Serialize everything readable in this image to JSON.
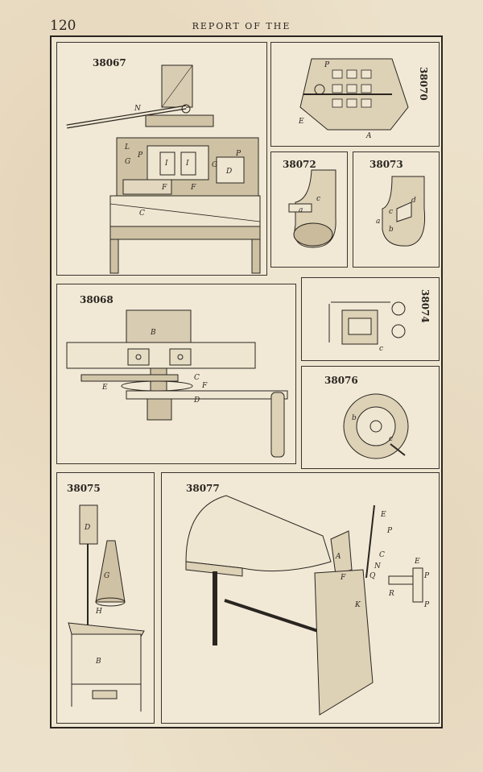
{
  "header": {
    "page_number": "120",
    "running_head": "REPORT OF THE"
  },
  "figures": [
    {
      "id": "38067",
      "letters": [
        "N",
        "L",
        "G",
        "P",
        "I",
        "I",
        "G",
        "D",
        "F",
        "F",
        "C",
        "P"
      ]
    },
    {
      "id": "38070",
      "letters": [
        "P",
        "E",
        "A"
      ]
    },
    {
      "id": "38072",
      "letters": [
        "c",
        "a"
      ]
    },
    {
      "id": "38073",
      "letters": [
        "d",
        "c",
        "a",
        "b"
      ]
    },
    {
      "id": "38068",
      "letters": [
        "B",
        "E",
        "C",
        "F",
        "D"
      ]
    },
    {
      "id": "38074",
      "letters": [
        "c"
      ]
    },
    {
      "id": "38076",
      "letters": [
        "b",
        "c"
      ]
    },
    {
      "id": "38075",
      "letters": [
        "D",
        "G",
        "H",
        "B"
      ]
    },
    {
      "id": "38077",
      "letters": [
        "E",
        "P",
        "A",
        "C",
        "N",
        "Q",
        "F",
        "K",
        "E",
        "P",
        "R",
        "P"
      ]
    }
  ]
}
